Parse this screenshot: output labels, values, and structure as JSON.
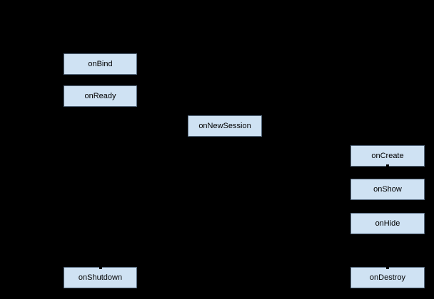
{
  "diagram": {
    "title": "lifecycle-callbacks-diagram",
    "background_color": "#000000",
    "node_fill_color": "#cfe2f3",
    "node_border_color": "#55687c",
    "node_text_color": "#000000",
    "nodes": [
      {
        "id": "onBind",
        "label": "onBind"
      },
      {
        "id": "onReady",
        "label": "onReady"
      },
      {
        "id": "onNewSession",
        "label": "onNewSession"
      },
      {
        "id": "onCreate",
        "label": "onCreate"
      },
      {
        "id": "onShow",
        "label": "onShow"
      },
      {
        "id": "onHide",
        "label": "onHide"
      },
      {
        "id": "onDestroy",
        "label": "onDestroy"
      },
      {
        "id": "onShutdown",
        "label": "onShutdown"
      }
    ]
  }
}
